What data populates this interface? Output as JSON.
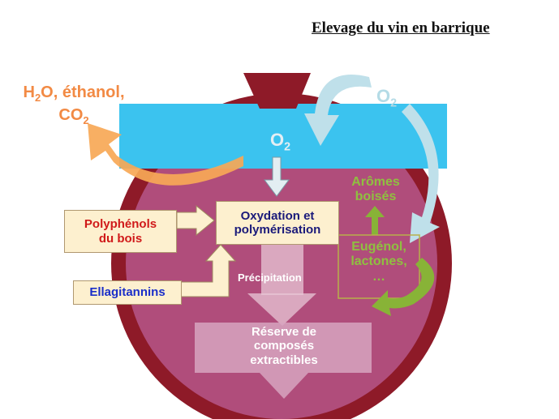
{
  "title": "Elevage du vin en barrique",
  "labels": {
    "products": {
      "line1_a": "H",
      "line1_sub": "2",
      "line1_b": "O, éthanol,",
      "line2_a": "CO",
      "line2_sub": "2"
    },
    "o2_outside": {
      "base": "O",
      "sub": "2"
    },
    "o2_inside": {
      "base": "O",
      "sub": "2"
    },
    "polyphenols": [
      "Polyphénols",
      "du bois"
    ],
    "ellagitannins": "Ellagitannins",
    "oxidation": [
      "Oxydation et",
      "polymérisation"
    ],
    "precipitation": "Précipitation",
    "reserve": [
      "Réserve de",
      "composés",
      "extractibles"
    ],
    "aromes": [
      "Arômes",
      "boisés"
    ],
    "eugenol": [
      "Eugénol,",
      "lactones,",
      "…"
    ]
  },
  "colors": {
    "barrel_outer": "#8e1a28",
    "barrel_inner": "#b04d7b",
    "wood_band": "#3bc3ef",
    "bung": "#8e1a28",
    "orange_arrow": "#f7a856",
    "blue_arrow": "#bfe0ea",
    "green_arrow": "#88b337",
    "cream_box": "#fdf0cf",
    "cream_arrow": "#fdf0cf",
    "red_text": "#d01a1a",
    "blue_text": "#1a2ec9",
    "navy_text": "#1a1a7a",
    "green_text": "#9ccc50"
  }
}
